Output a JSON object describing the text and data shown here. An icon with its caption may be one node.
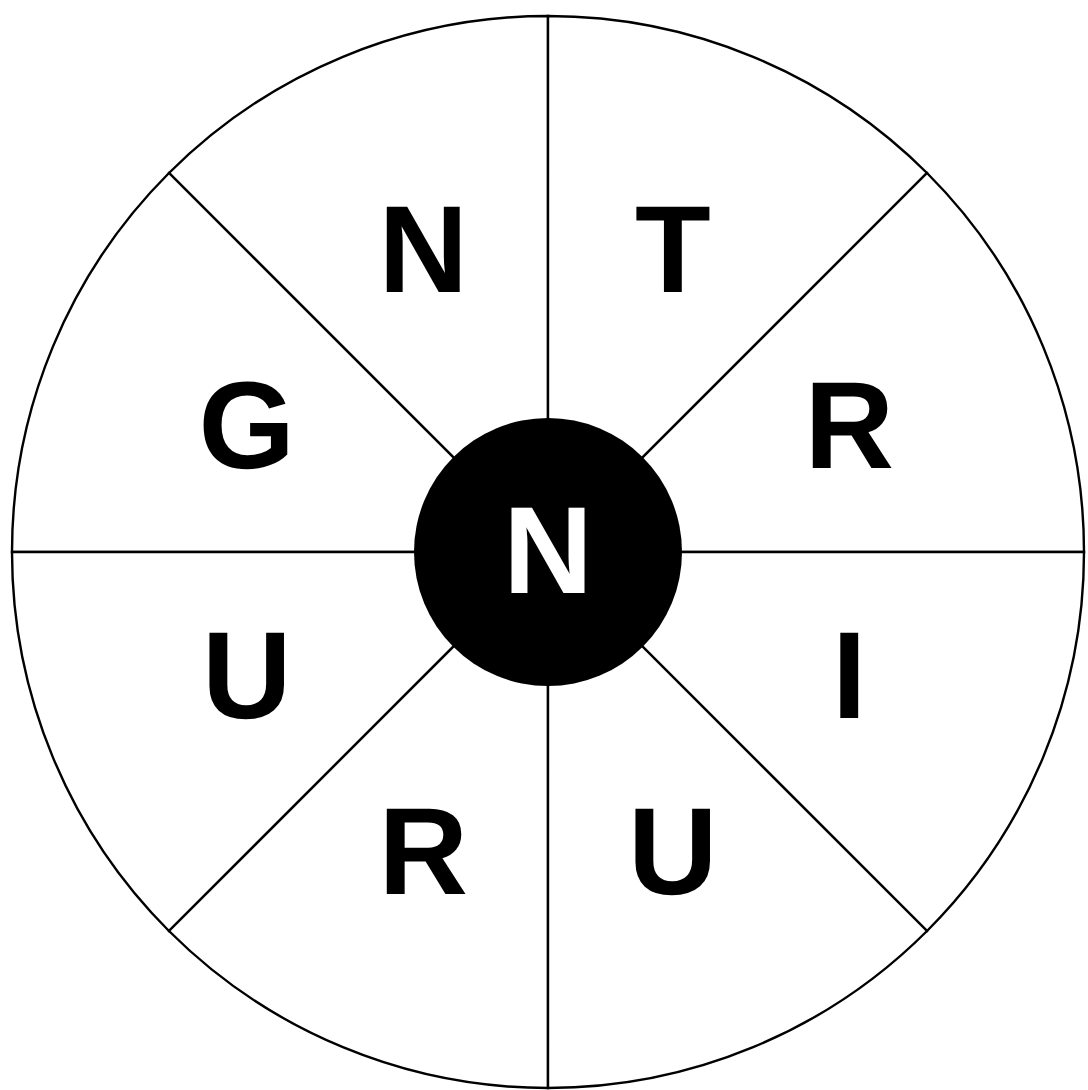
{
  "diagram": {
    "nodes": [
      {
        "text": [
          "N"
        ]
      },
      {
        "text": [
          "T"
        ]
      },
      {
        "text": [
          "G"
        ]
      },
      {
        "text": [
          "R"
        ]
      },
      {
        "text": [
          "N"
        ]
      },
      {
        "text": [
          "U"
        ]
      },
      {
        "text": [
          "I"
        ]
      },
      {
        "text": [
          "R"
        ]
      },
      {
        "text": [
          "U"
        ]
      }
    ]
  }
}
